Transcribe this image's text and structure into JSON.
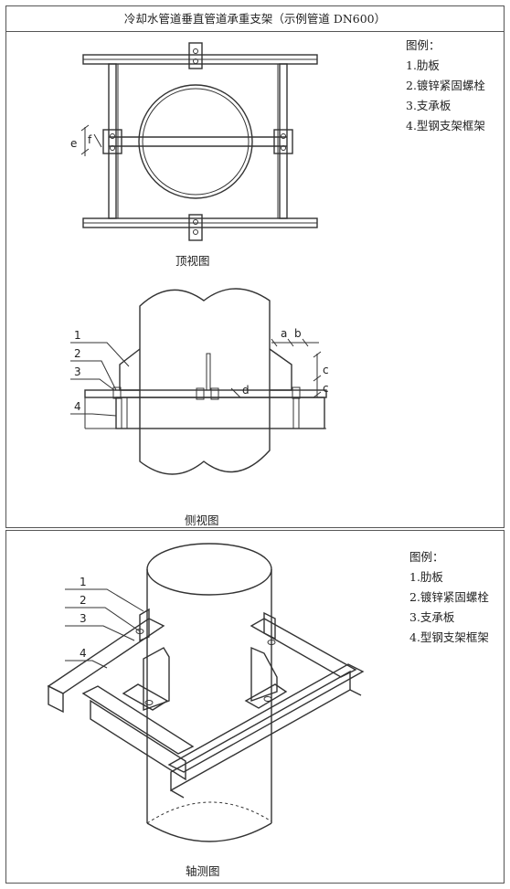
{
  "header": {
    "title": "冷却水管道垂直管道承重支架（示例管道 DN600）"
  },
  "legend_top": {
    "heading": "图例：",
    "items": [
      "1.肋板",
      "2.镀锌紧固螺栓",
      "3.支承板",
      "4.型钢支架框架"
    ]
  },
  "legend_bottom": {
    "heading": "图例：",
    "items": [
      "1.肋板",
      "2.镀锌紧固螺栓",
      "3.支承板",
      "4.型钢支架框架"
    ]
  },
  "captions": {
    "top_view": "顶视图",
    "side_view": "侧视图",
    "axonometric_view": "轴测图"
  },
  "dimension_labels": {
    "e": "e",
    "f": "f",
    "a": "a",
    "b": "b",
    "c1": "c",
    "c2": "c",
    "d": "d"
  },
  "callouts": {
    "n1": "1",
    "n2": "2",
    "n3": "3",
    "n4": "4"
  }
}
